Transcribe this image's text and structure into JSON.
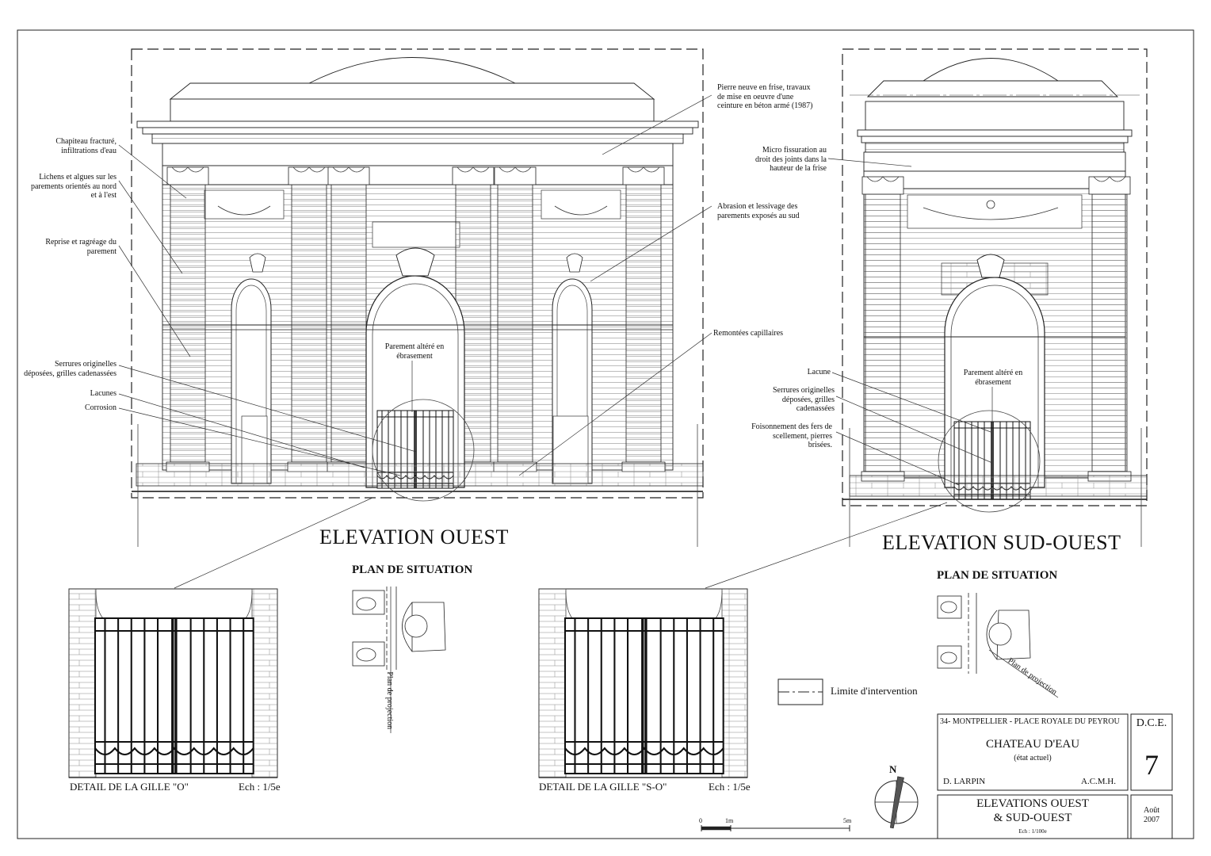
{
  "elevation_west": {
    "title": "ELEVATION OUEST",
    "notes_left": [
      "Chapiteau fracturé, infiltrations d'eau",
      "Lichens et algues sur les parements orientés au nord et à l'est",
      "Reprise et ragréage du parement",
      "Serrures originelles déposées, grilles cadenassées",
      "Lacunes",
      "Corrosion"
    ],
    "notes_right": [
      "Pierre neuve en frise, travaux de mise en oeuvre d'une ceinture en béton armé (1987)",
      "Abrasion et lessivage des parements exposés au sud",
      "Remontées capillaires"
    ],
    "note_center": "Parement altéré en ébrasement"
  },
  "elevation_southwest": {
    "title": "ELEVATION SUD-OUEST",
    "notes_left": [
      "Micro fissuration au droit des joints dans la hauteur de la frise",
      "Lacune",
      "Serrures originelles déposées, grilles cadenassées",
      "Foisonnement des fers de scellement, pierres brisées."
    ],
    "note_center": "Parement altéré en ébrasement"
  },
  "plans": [
    {
      "title": "PLAN DE SITUATION",
      "projection_label": "Plan de projection"
    },
    {
      "title": "PLAN DE SITUATION",
      "projection_label": "Plan de projection"
    }
  ],
  "details": [
    {
      "caption": "DETAIL DE  LA GILLE \"O\"",
      "scale": "Ech : 1/5e"
    },
    {
      "caption": "DETAIL DE  LA GILLE \"S-O\"",
      "scale": "Ech : 1/5e"
    }
  ],
  "legend": {
    "label": "Limite d'intervention"
  },
  "north": {
    "label": "N"
  },
  "scale_bar": {
    "ticks": [
      "0",
      "1m",
      "5m"
    ]
  },
  "title_block": {
    "location": "34- MONTPELLIER - PLACE ROYALE DU PEYROU",
    "building": "CHATEAU D'EAU",
    "state": "(état actuel)",
    "author": "D. LARPIN",
    "role": "A.C.M.H.",
    "phase": "D.C.E.",
    "sheet_number": "7",
    "sheet_title_1": "ELEVATIONS OUEST",
    "sheet_title_2": "& SUD-OUEST",
    "scale": "Ech : 1/100e",
    "date_1": "Août",
    "date_2": "2007"
  }
}
